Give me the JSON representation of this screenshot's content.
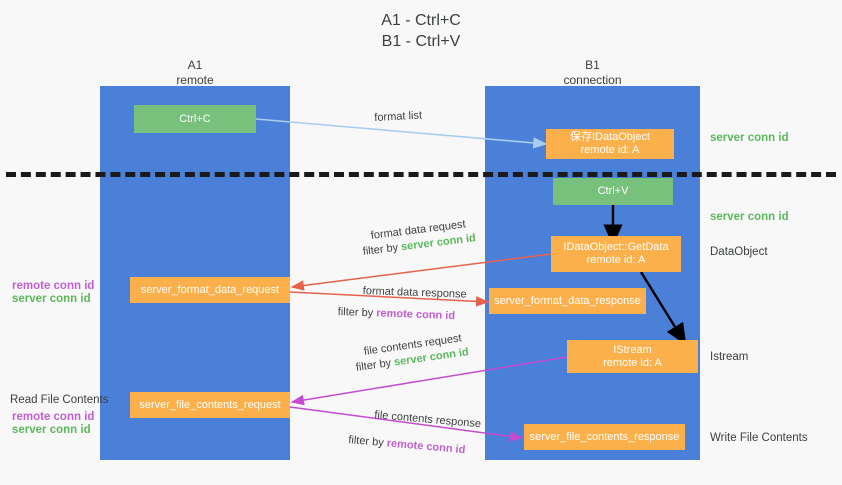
{
  "title": "A1 - Ctrl+C\nB1 - Ctrl+V",
  "lanes": [
    {
      "id": "a1",
      "name": "A1",
      "sublabel": "remote",
      "header": "A1\nremote"
    },
    {
      "id": "b1",
      "name": "B1",
      "sublabel": "connection",
      "header": "B1\nconnection"
    }
  ],
  "boxes": {
    "ctrl_c": "Ctrl+C",
    "ctrl_v": "Ctrl+V",
    "save_idataobject": "保存IDataObject\nremote id: A",
    "idataobject_getdata": "IDataObject::GetData\nremote id: A",
    "istream": "IStream\nremote id: A",
    "server_format_data_request": "server_format_data_request",
    "server_format_data_response": "server_format_data_response",
    "server_file_contents_request": "server_file_contents_request",
    "server_file_contents_response": "server_file_contents_response"
  },
  "right_labels": {
    "server_conn_id_top": "server conn id",
    "server_conn_id_mid": "server conn id",
    "dataobject": "DataObject",
    "istream": "Istream",
    "write_file_contents": "Write File Contents"
  },
  "left_labels": {
    "remote_conn_id_top": "remote conn id",
    "server_conn_id_top": "server conn id",
    "read_file_contents": "Read File Contents",
    "remote_conn_id_bottom": "remote conn id",
    "server_conn_id_bottom": "server conn id"
  },
  "edges": {
    "format_list": "format list",
    "format_data_request": "format data request",
    "format_data_request_filter_prefix": "filter by ",
    "format_data_request_filter_value": "server conn id",
    "format_data_response": "format data response",
    "format_data_response_filter_prefix": "filter by ",
    "format_data_response_filter_value": "remote conn id",
    "file_contents_request": "file contents request",
    "file_contents_request_filter_prefix": "filter by ",
    "file_contents_request_filter_value": "server conn id",
    "file_contents_response": "file contents response",
    "file_contents_response_filter_prefix": "filter by ",
    "file_contents_response_filter_value": "remote conn id"
  },
  "colors": {
    "lane": "#4a80d8",
    "green_box": "#78c17c",
    "orange_box": "#fbb04c",
    "green_text": "#5cb85c",
    "magenta_text": "#c060d0",
    "arrow_lightblue": "#a9cdf0",
    "arrow_red": "#e8614d",
    "arrow_magenta": "#c44bd0",
    "arrow_black": "#000000",
    "divider": "#1a1a1a",
    "background": "#f8f8f8"
  }
}
